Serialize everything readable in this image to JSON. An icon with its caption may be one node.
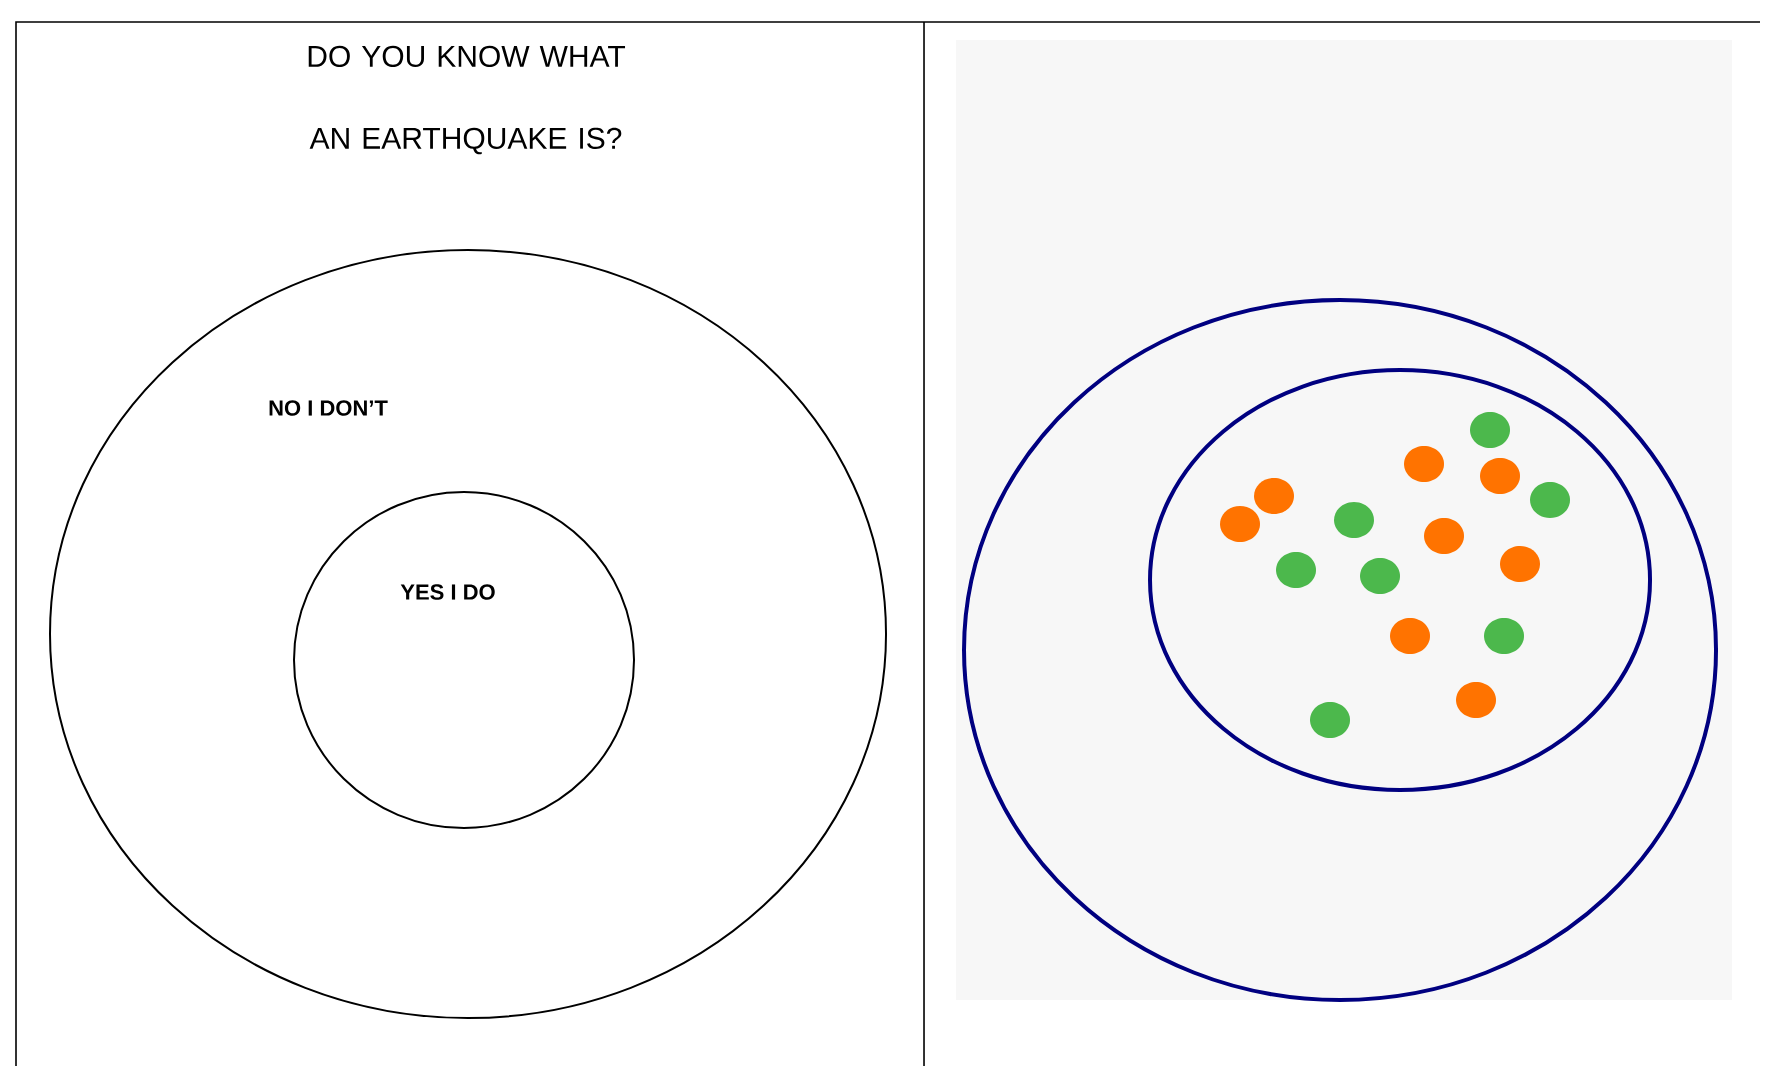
{
  "diagram": {
    "title": "DO YOU KNOW WHAT AN EARTHQUAKE IS?",
    "nodes": [
      {
        "text": [
          "NO I DON’T"
        ]
      },
      {
        "text": [
          "YES I DO"
        ],
        "in": 0
      }
    ]
  }
}
